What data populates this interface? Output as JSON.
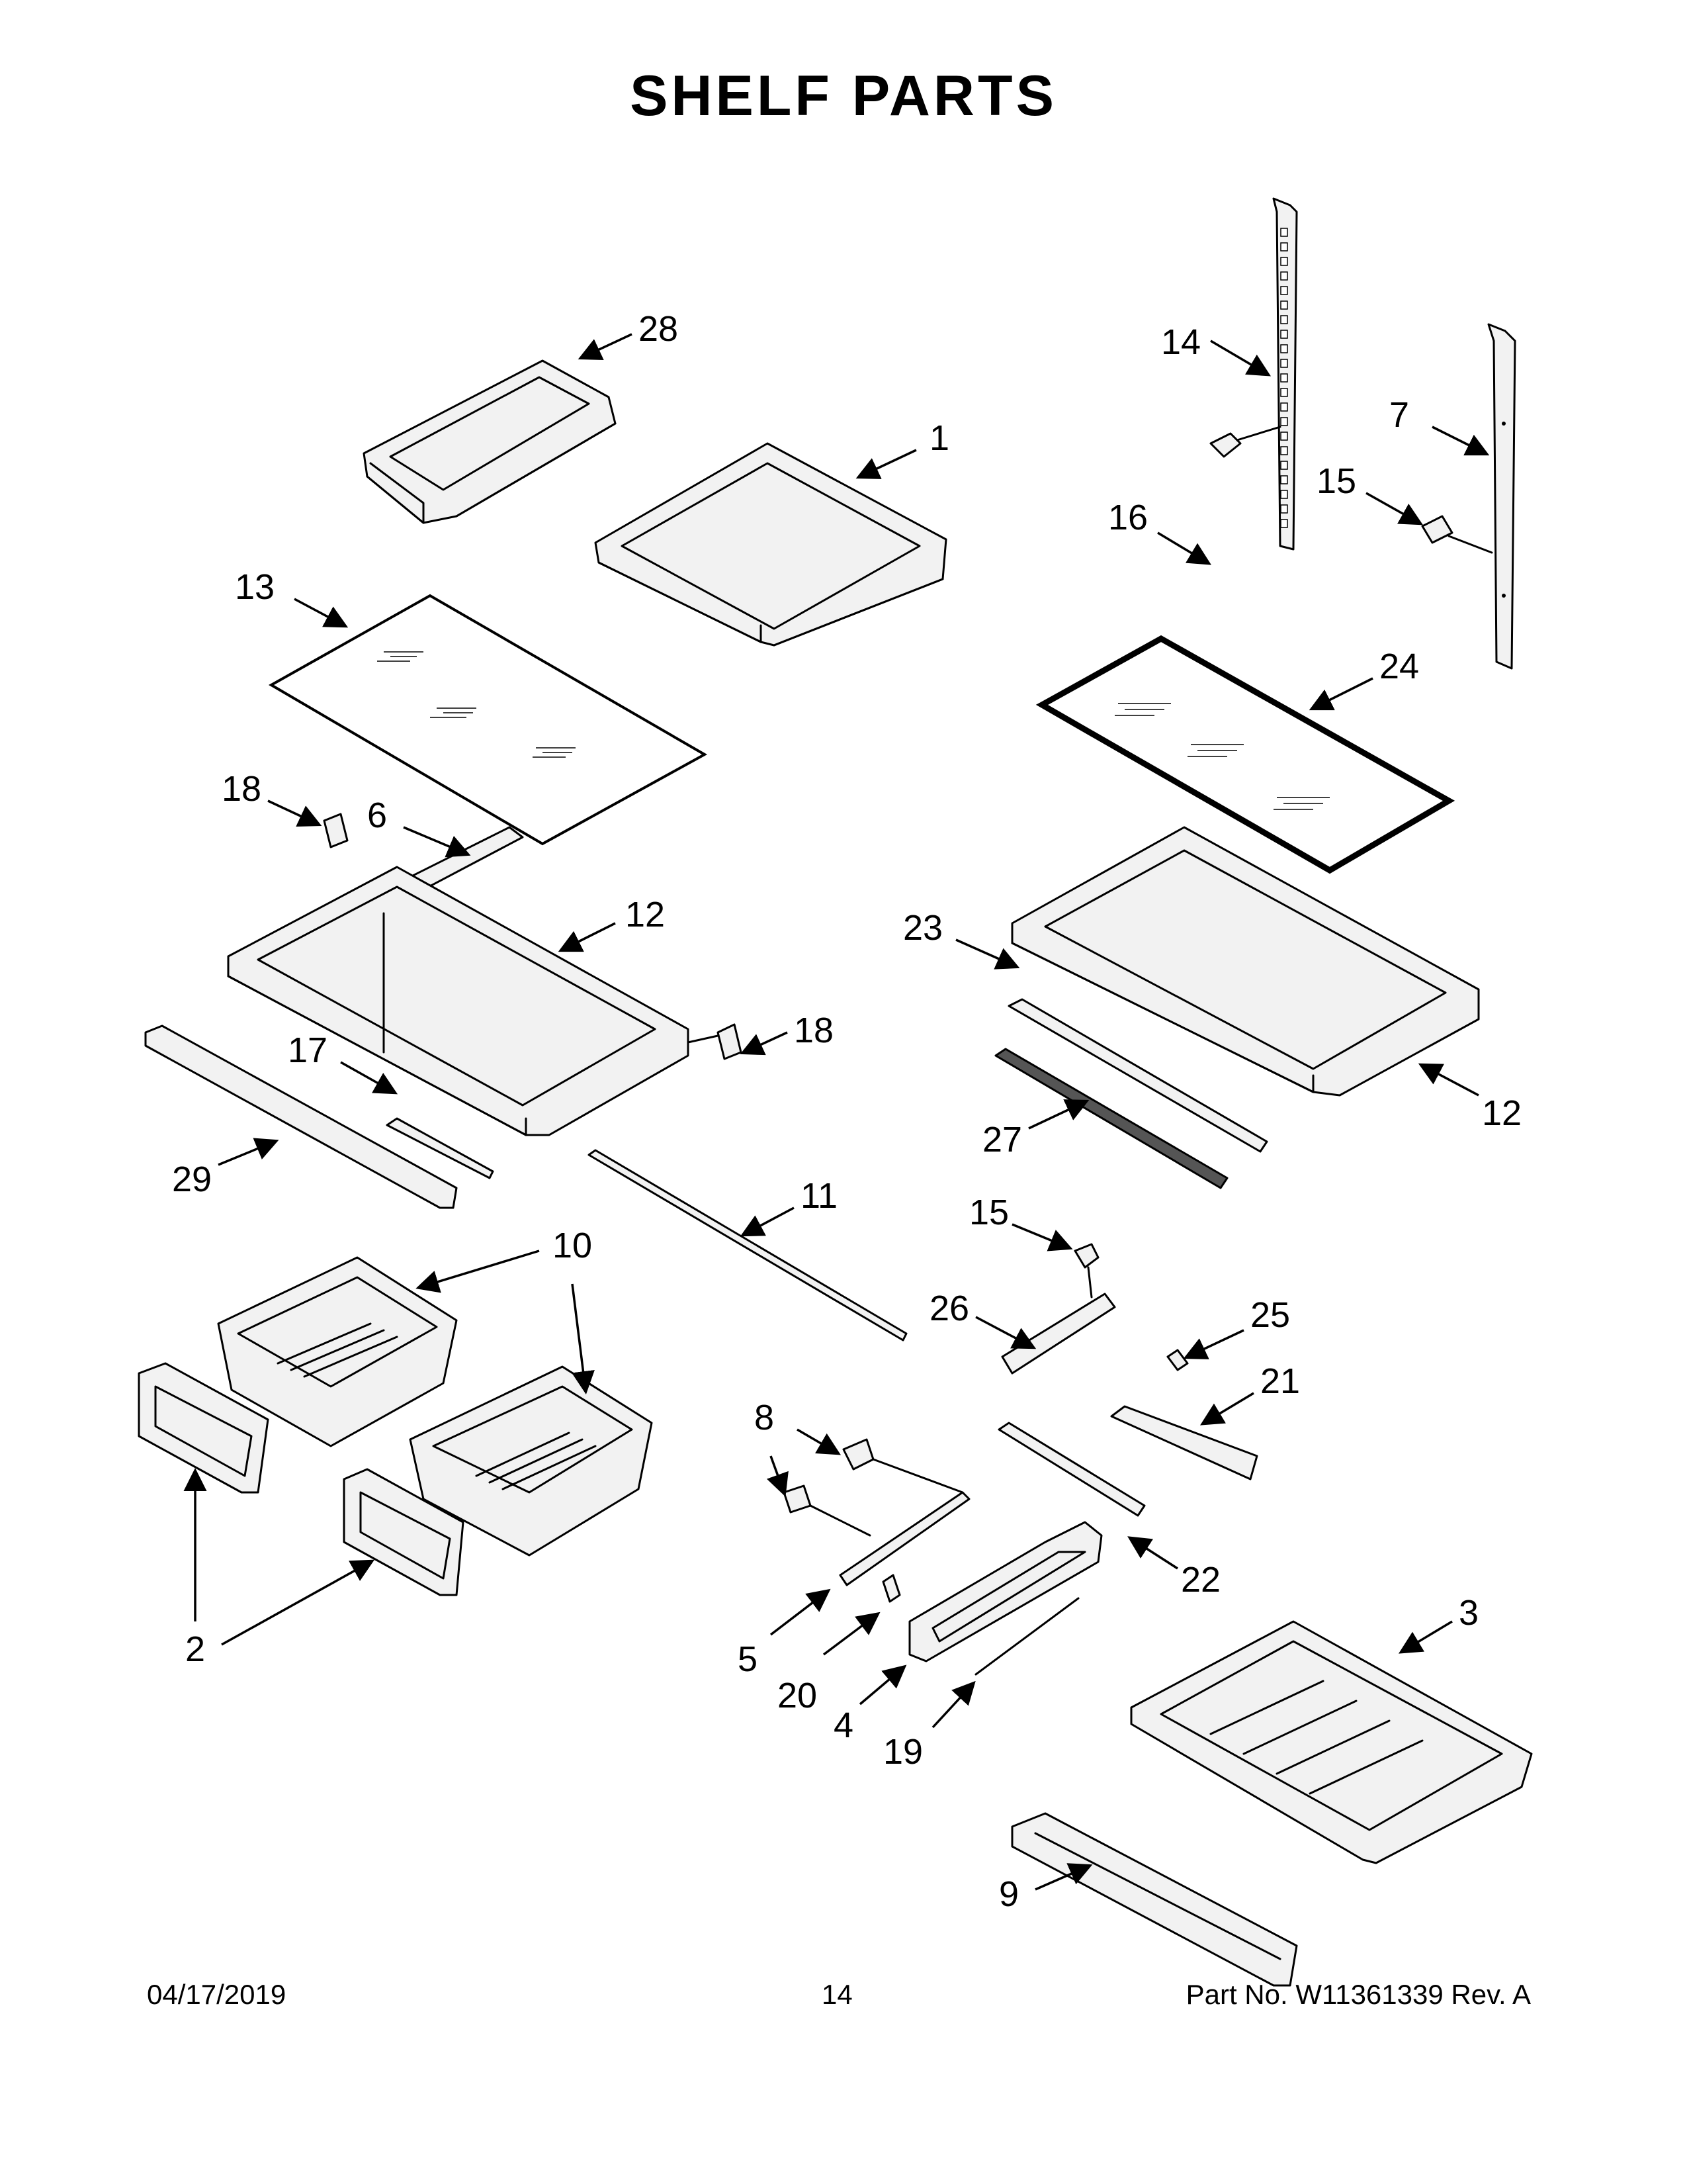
{
  "page": {
    "title": "SHELF  PARTS",
    "footer": {
      "date": "04/17/2019",
      "page_number": "14",
      "part_number": "Part No.  W11361339  Rev.  A"
    }
  },
  "callouts": {
    "c1": "1",
    "c2": "2",
    "c3": "3",
    "c4": "4",
    "c5": "5",
    "c6": "6",
    "c7": "7",
    "c8": "8",
    "c9": "9",
    "c10": "10",
    "c11": "11",
    "c12a": "12",
    "c12b": "12",
    "c13": "13",
    "c14": "14",
    "c15a": "15",
    "c15b": "15",
    "c16": "16",
    "c17": "17",
    "c18a": "18",
    "c18b": "18",
    "c19": "19",
    "c20": "20",
    "c21": "21",
    "c22": "22",
    "c23": "23",
    "c24": "24",
    "c25": "25",
    "c26": "26",
    "c27": "27",
    "c28": "28",
    "c29": "29"
  }
}
